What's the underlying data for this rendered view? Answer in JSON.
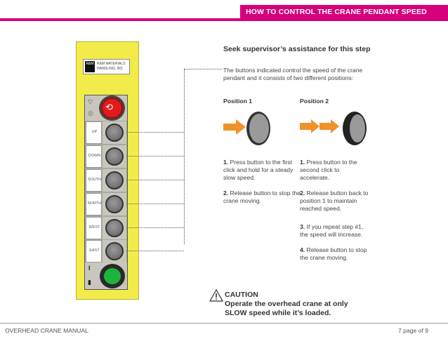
{
  "header": {
    "title": "HOW TO CONTROL THE CRANE PENDANT SPEED",
    "accent": "#d6007a"
  },
  "pendant": {
    "logo_mark": "R&M",
    "logo_text": "R&M MATERIALS HANDLING, INC",
    "labels": [
      "UP",
      "DOWN",
      "SOUTH",
      "NORTH",
      "WEST",
      "EAST"
    ],
    "colors": {
      "housing": "#f2ec4a",
      "estop": "#e11b1b",
      "start": "#1db43c"
    }
  },
  "content": {
    "heading": "Seek supervisor’s assistance for this step",
    "intro": "The buttons indicated control the speed of the crane pendant and it consists of two different positions:",
    "position1": {
      "title": "Position 1",
      "step1_num": "1.",
      "step1_text": " Press button to the first click and hold for a steady slow speed.",
      "step2_num": "2.",
      "step2_text": " Release button to stop the crane moving."
    },
    "position2": {
      "title": "Position 2",
      "step1_num": "1.",
      "step1_text": " Press button to the second click to accelerate.",
      "step2_num": "2.",
      "step2_text": " Release button back to position 1 to maintain reached speed.",
      "step3_num": "3.",
      "step3_text": " If you repeat step #1, the speed will increase.",
      "step4_num": "4.",
      "step4_text": " Release button to stop the crane moving."
    },
    "caution_title": "CAUTION",
    "caution_text": "Operate the overhead crane at only SLOW speed while it’s loaded.",
    "arrow_color": "#f0922b"
  },
  "footer": {
    "left": "OVERHEAD CRANE MANUAL",
    "right": "7 page of 9"
  }
}
